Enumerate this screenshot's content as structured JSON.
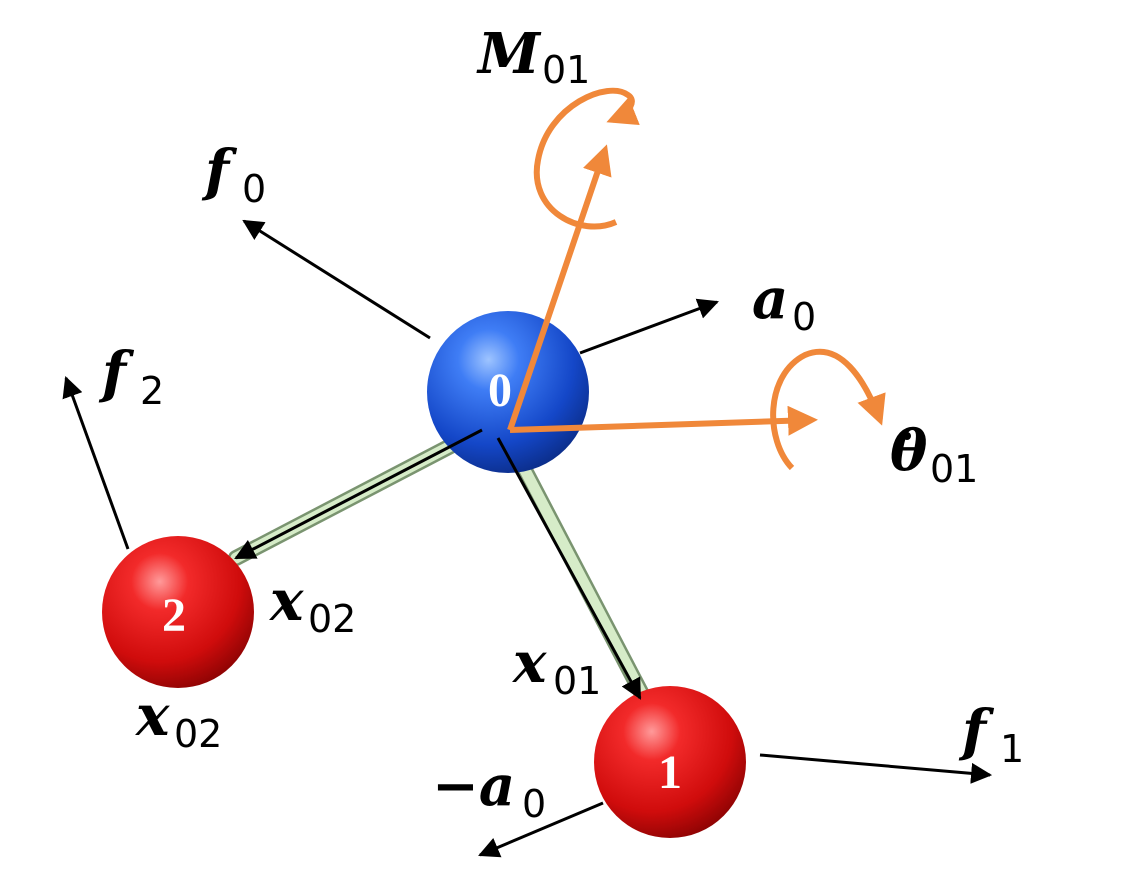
{
  "atoms": [
    {
      "id": "0",
      "label": "0",
      "color": "#1f5fe0"
    },
    {
      "id": "1",
      "label": "1",
      "color": "#e01010"
    },
    {
      "id": "2",
      "label": "2",
      "color": "#e01010"
    }
  ],
  "labels": {
    "f0": {
      "main": "f",
      "sub": "0"
    },
    "f1": {
      "main": "f",
      "sub": "1"
    },
    "f2": {
      "main": "f",
      "sub": "2"
    },
    "a0": {
      "main": "a",
      "sub": "0"
    },
    "neg_a0": {
      "main": "−a",
      "sub": "0"
    },
    "M01": {
      "main": "M",
      "sub": "01"
    },
    "theta01": {
      "main": "θ",
      "sub": "01"
    },
    "x01": {
      "main": "x",
      "sub": "01"
    },
    "x02_bond": {
      "main": "x",
      "sub": "02"
    },
    "x02_atom": {
      "main": "x",
      "sub": "02"
    }
  },
  "colors": {
    "force_arrow": "#000000",
    "moment_arrow": "#f0883a",
    "bond": "#d6ecc8",
    "bond_edge": "#7a9470"
  }
}
